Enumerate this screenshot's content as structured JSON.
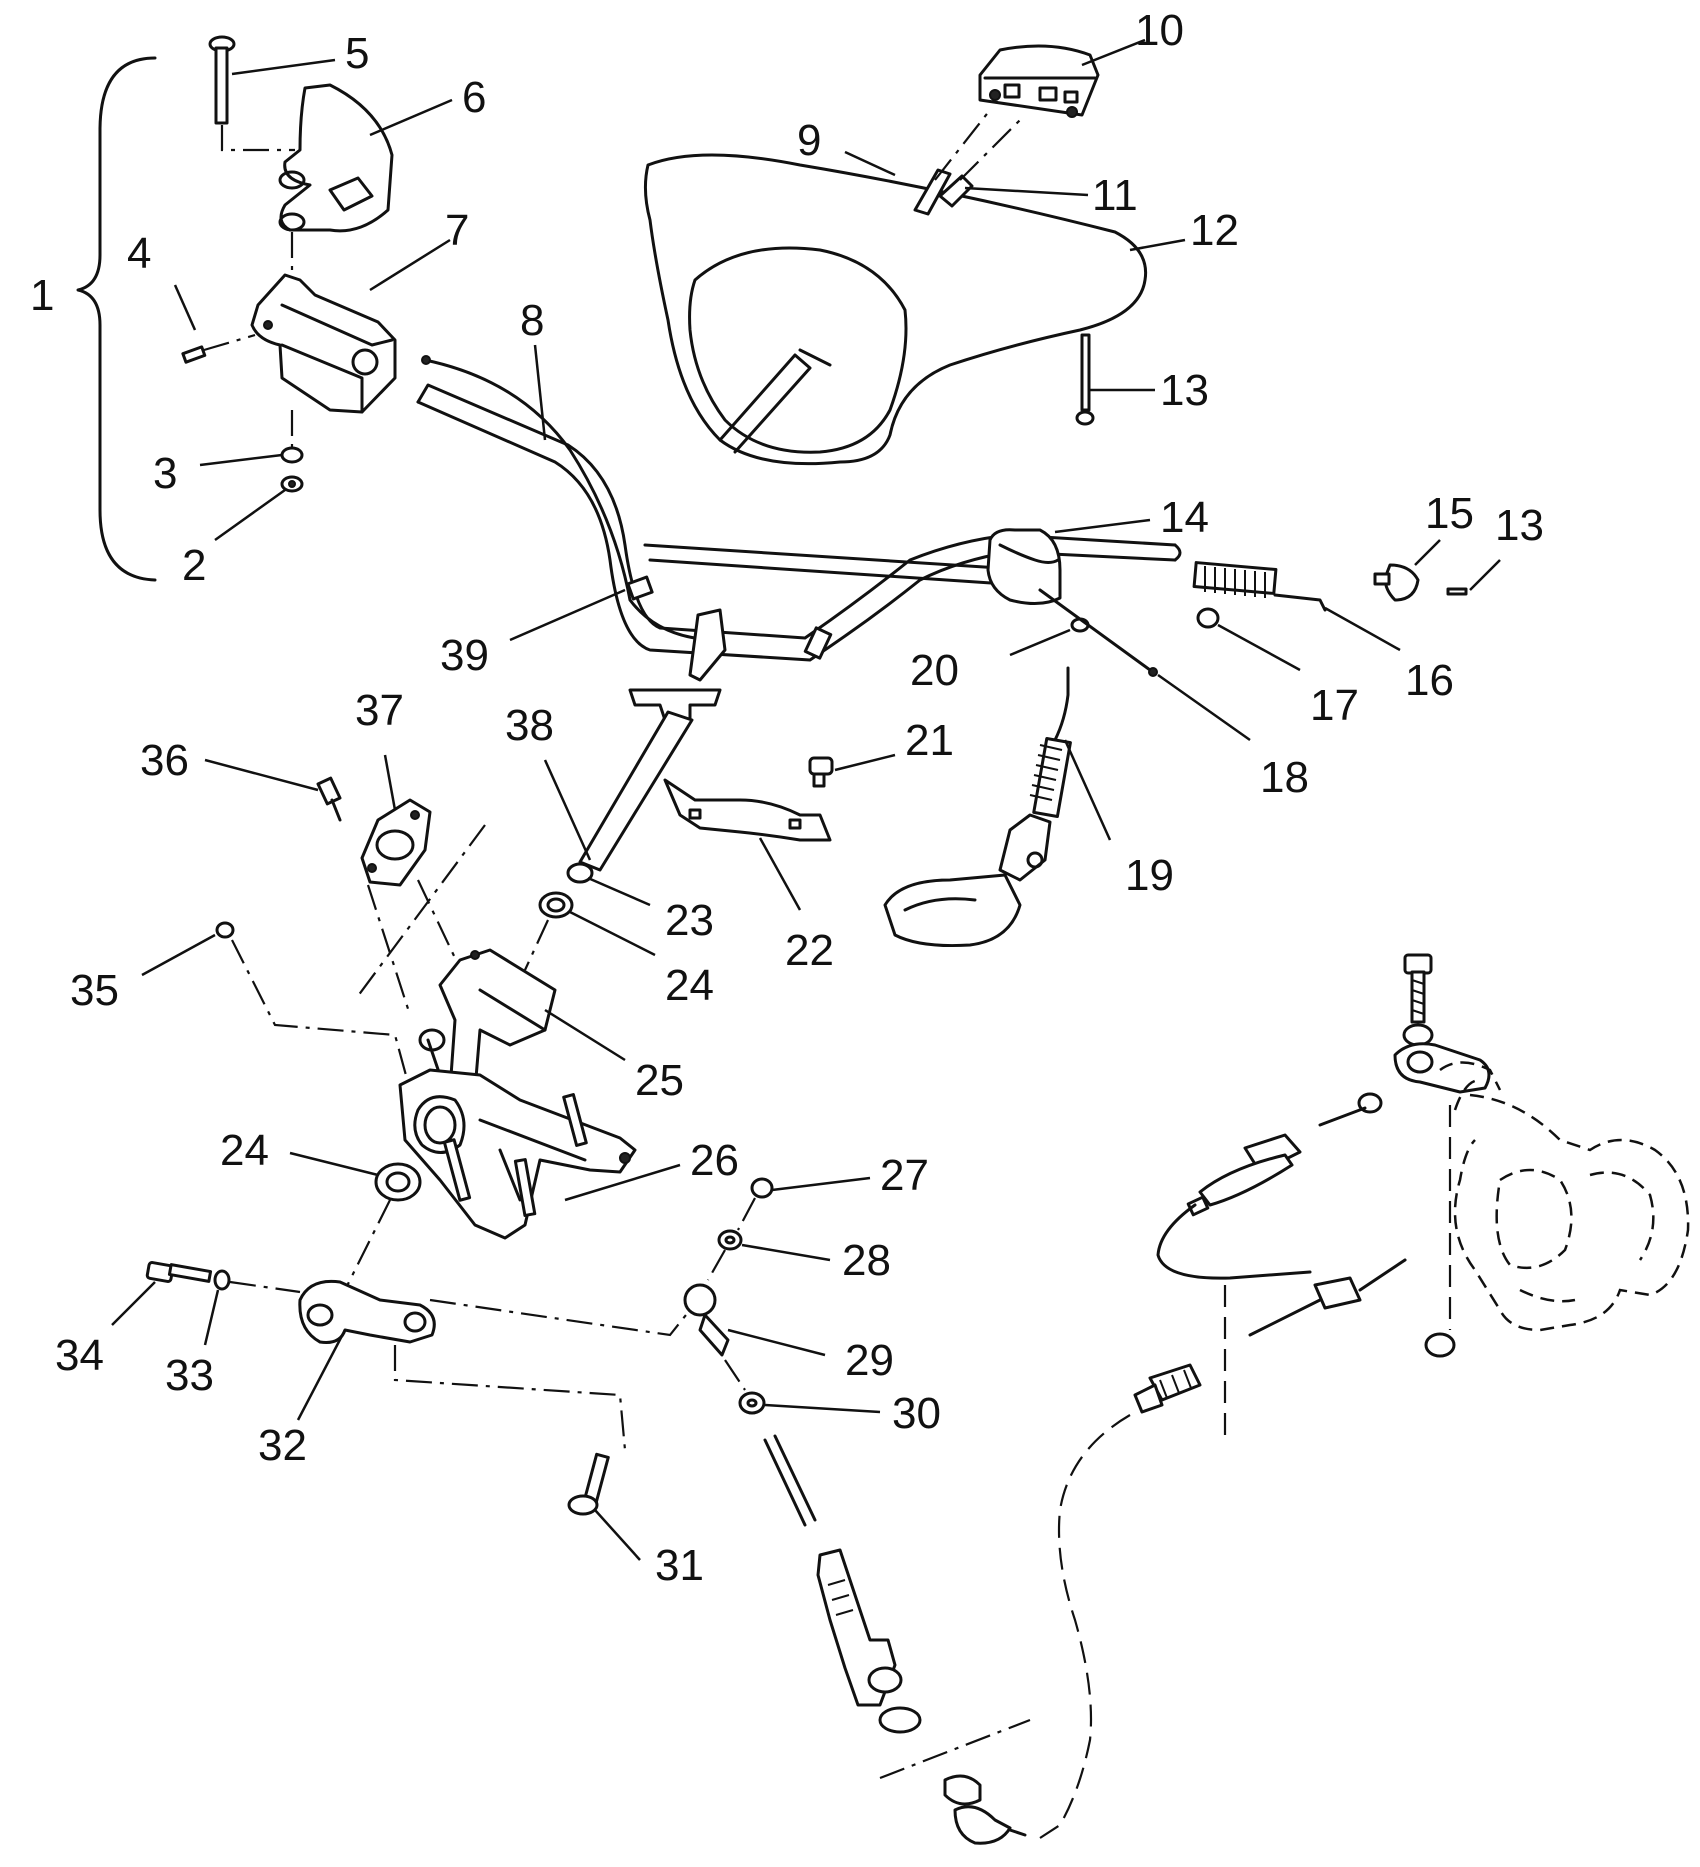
{
  "callouts": [
    {
      "n": "1"
    },
    {
      "n": "2"
    },
    {
      "n": "3"
    },
    {
      "n": "4"
    },
    {
      "n": "5"
    },
    {
      "n": "6"
    },
    {
      "n": "7"
    },
    {
      "n": "8"
    },
    {
      "n": "9"
    },
    {
      "n": "10"
    },
    {
      "n": "11"
    },
    {
      "n": "12"
    },
    {
      "n": "13"
    },
    {
      "n": "14"
    },
    {
      "n": "15"
    },
    {
      "n": "13"
    },
    {
      "n": "16"
    },
    {
      "n": "17"
    },
    {
      "n": "18"
    },
    {
      "n": "19"
    },
    {
      "n": "20"
    },
    {
      "n": "21"
    },
    {
      "n": "22"
    },
    {
      "n": "23"
    },
    {
      "n": "24"
    },
    {
      "n": "25"
    },
    {
      "n": "26"
    },
    {
      "n": "24"
    },
    {
      "n": "27"
    },
    {
      "n": "28"
    },
    {
      "n": "29"
    },
    {
      "n": "30"
    },
    {
      "n": "31"
    },
    {
      "n": "32"
    },
    {
      "n": "33"
    },
    {
      "n": "34"
    },
    {
      "n": "35"
    },
    {
      "n": "36"
    },
    {
      "n": "37"
    },
    {
      "n": "38"
    },
    {
      "n": "39"
    }
  ]
}
